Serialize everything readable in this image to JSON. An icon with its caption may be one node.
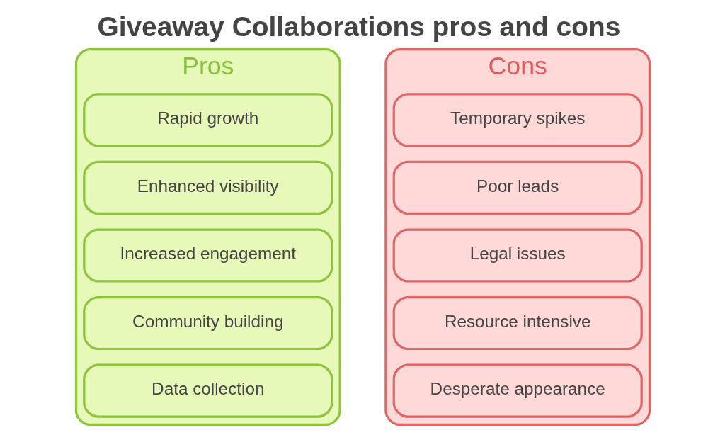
{
  "diagram": {
    "title": "Giveaway Collaborations pros and cons",
    "nodes": [
      {
        "text": [
          "Pros"
        ]
      },
      {
        "text": [
          "Rapid growth"
        ],
        "in": 0
      },
      {
        "text": [
          "Enhanced visibility"
        ],
        "in": 0
      },
      {
        "text": [
          "Increased engagement"
        ],
        "in": 0
      },
      {
        "text": [
          "Community building"
        ],
        "in": 0
      },
      {
        "text": [
          "Data collection"
        ],
        "in": 0
      },
      {
        "text": [
          "Cons"
        ]
      },
      {
        "text": [
          "Temporary spikes"
        ],
        "in": 6
      },
      {
        "text": [
          "Poor leads"
        ],
        "in": 6
      },
      {
        "text": [
          "Legal issues"
        ],
        "in": 6
      },
      {
        "text": [
          "Resource intensive"
        ],
        "in": 6
      },
      {
        "text": [
          "Desperate appearance"
        ],
        "in": 6
      }
    ]
  }
}
